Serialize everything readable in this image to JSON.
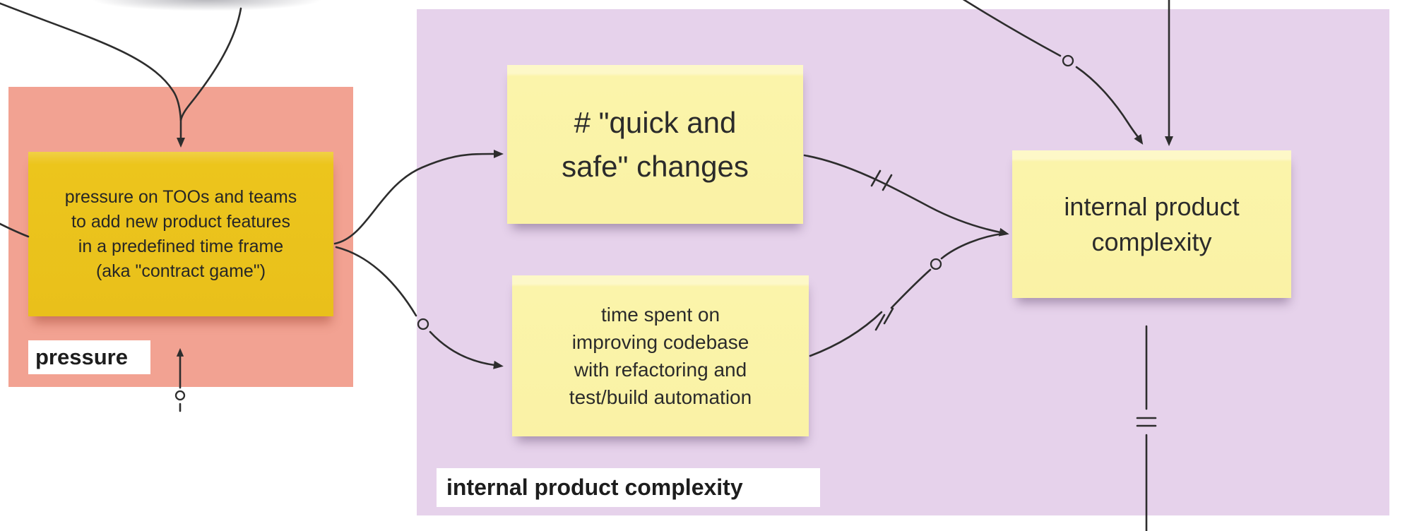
{
  "board": {
    "background": "#ffffff",
    "arrow_color": "#2d2d2d"
  },
  "regions": [
    {
      "id": "pressure",
      "label": "pressure",
      "color": "#f2a292"
    },
    {
      "id": "internal_product_complexity",
      "label": "internal product complexity",
      "color": "#e6d2eb"
    }
  ],
  "notes": [
    {
      "id": "pressure-note",
      "color": "#ecc51c",
      "lines": [
        "pressure on TOOs and teams",
        "to add new product features",
        "in a predefined time frame",
        "(aka \"contract game\")"
      ]
    },
    {
      "id": "quick-safe-note",
      "color": "#fbf4aa",
      "lines": [
        "# \"quick and",
        "safe\" changes"
      ]
    },
    {
      "id": "time-spent-note",
      "color": "#fbf4aa",
      "lines": [
        "time spent on",
        "improving codebase",
        "with refactoring and",
        "test/build automation"
      ]
    },
    {
      "id": "internal-complexity-note",
      "color": "#fbf4aa",
      "lines": [
        "internal product",
        "complexity"
      ]
    }
  ],
  "connector_symbols": {
    "negative_polarity": "o",
    "delay": "//",
    "delay_vertical": "="
  }
}
